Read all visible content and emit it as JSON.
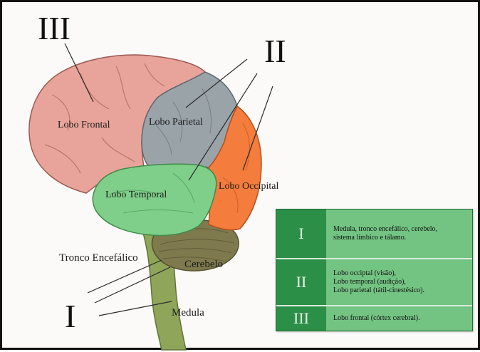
{
  "markers": {
    "top_left": "III",
    "top_right": "II",
    "bottom_left": "I"
  },
  "lobes": {
    "frontal": "Lobo Frontal",
    "parietal": "Lobo Parietal",
    "temporal": "Lobo Temporal",
    "occipital": "Lobo Occipital"
  },
  "structures": {
    "brainstem": "Tronco Encefálico",
    "cerebellum": "Cerebelo",
    "medulla": "Medula"
  },
  "legend": {
    "rows": [
      {
        "numeral": "I",
        "text": "Medula, tronco encefálico, cerebelo,\nsistema límbico e tálamo."
      },
      {
        "numeral": "II",
        "text": "Lobo occiptal (visão),\nLobo temporal (audição),\nLobo parietal (tátil-cinestésico)."
      },
      {
        "numeral": "III",
        "text": "Lobo frontal (córtex cerebral)."
      }
    ]
  },
  "colors": {
    "frontal": "#e8a49a",
    "parietal": "#9aa3a8",
    "temporal": "#7fcf8a",
    "occipital": "#f47c3c",
    "cerebellum": "#7f7a4e",
    "brainstem": "#8fa65a",
    "legend_dark": "#2c8f47",
    "legend_light": "#73c383"
  }
}
